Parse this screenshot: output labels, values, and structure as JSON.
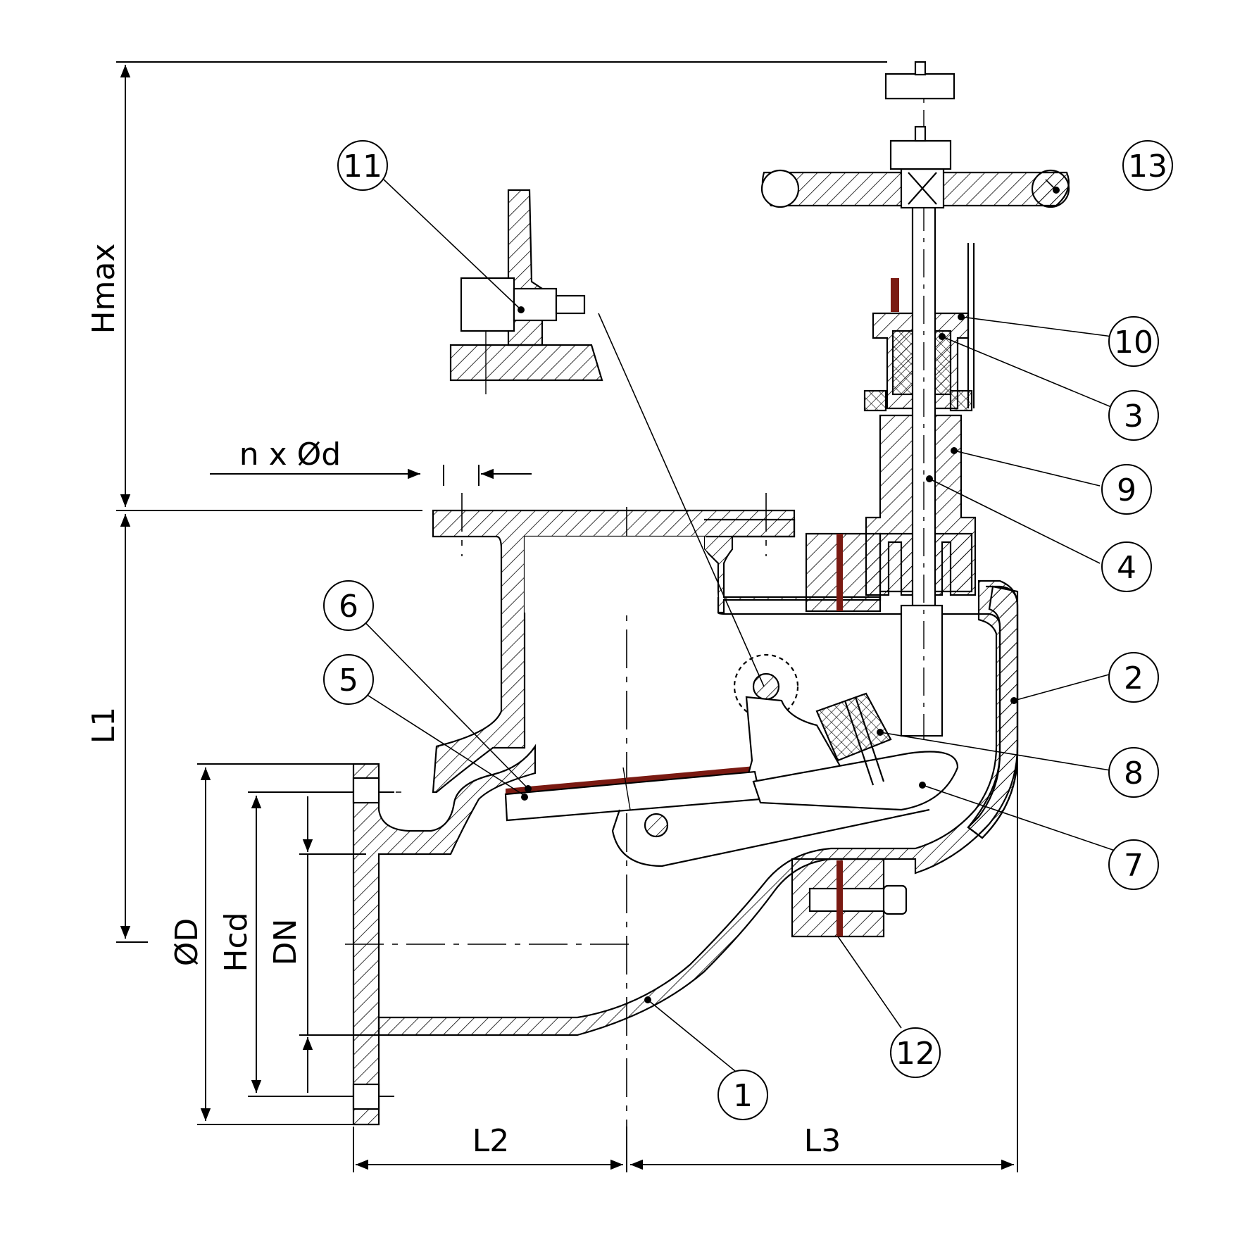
{
  "dimensions": {
    "hmax": "Hmax",
    "l1": "L1",
    "l2": "L2",
    "l3": "L3",
    "od": "ØD",
    "hcd": "Hcd",
    "dn": "DN",
    "nxd": "n x Ød"
  },
  "balloons": {
    "b1": "1",
    "b2": "2",
    "b3": "3",
    "b4": "4",
    "b5": "5",
    "b6": "6",
    "b7": "7",
    "b8": "8",
    "b9": "9",
    "b10": "10",
    "b11": "11",
    "b12": "12",
    "b13": "13"
  },
  "colors": {
    "line": "#000000",
    "gasket": "#7a1a12",
    "background": "#ffffff"
  }
}
